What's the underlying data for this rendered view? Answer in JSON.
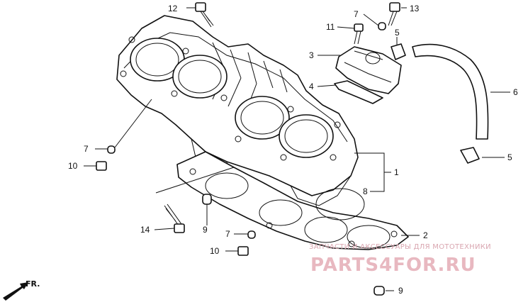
{
  "callouts": {
    "c1": "1",
    "c2": "2",
    "c3": "3",
    "c4": "4",
    "c5a": "5",
    "c5b": "5",
    "c6": "6",
    "c7a": "7",
    "c7b": "7",
    "c7c": "7",
    "c8": "8",
    "c9a": "9",
    "c9b": "9",
    "c10a": "10",
    "c10b": "10",
    "c11": "11",
    "c12": "12",
    "c13": "13",
    "c14": "14"
  },
  "direction": "FR.",
  "watermark": {
    "line1": "ЗАПЧАСТИ И АКСЕССУАРЫ ДЛЯ МОТОТЕХНИКИ",
    "line2": "PARTS4FOR.RU"
  }
}
